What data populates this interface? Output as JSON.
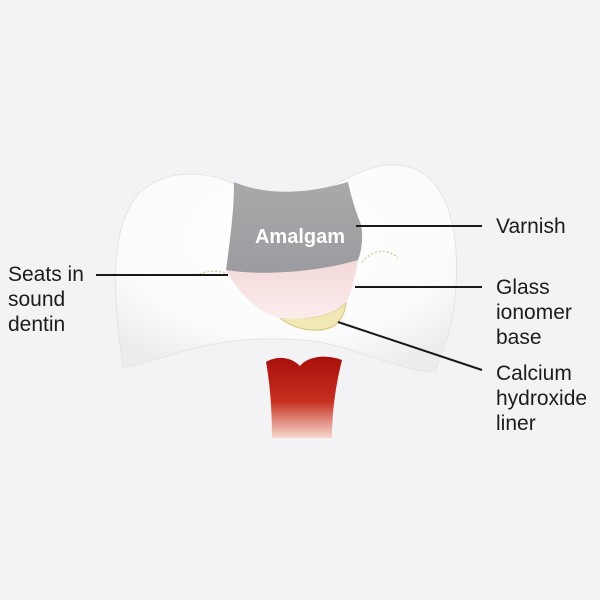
{
  "diagram": {
    "amalgam_label": "Amalgam",
    "labels": {
      "varnish": "Varnish",
      "glass_ionomer_base": [
        "Glass",
        "ionomer",
        "base"
      ],
      "calcium_hydroxide_liner": [
        "Calcium",
        "hydroxide",
        "liner"
      ],
      "seats_in_sound_dentin": [
        "Seats in",
        "sound",
        "dentin"
      ]
    },
    "colors": {
      "background": "#f3f3f5",
      "tooth": "#ffffff",
      "amalgam": "#a4a4a7",
      "glass_ionomer": "#f6dede",
      "calcium_hydroxide": "#f2e8b6",
      "pulp": "#b3140e",
      "leader_line": "#1a1a1a"
    }
  }
}
